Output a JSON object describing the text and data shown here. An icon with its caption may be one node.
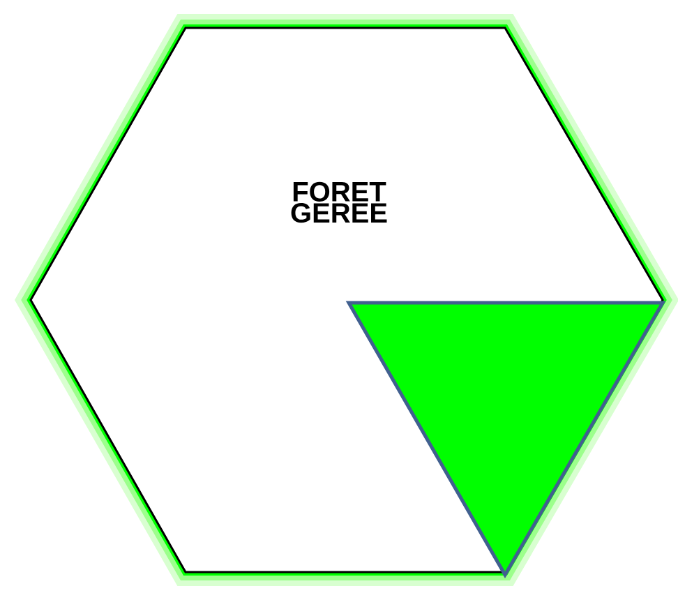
{
  "diagram": {
    "nodes": [
      {
        "text": [
          "FORET GEREE"
        ]
      },
      {
        "text": [],
        "shape": "triangle",
        "in": 0
      }
    ]
  }
}
